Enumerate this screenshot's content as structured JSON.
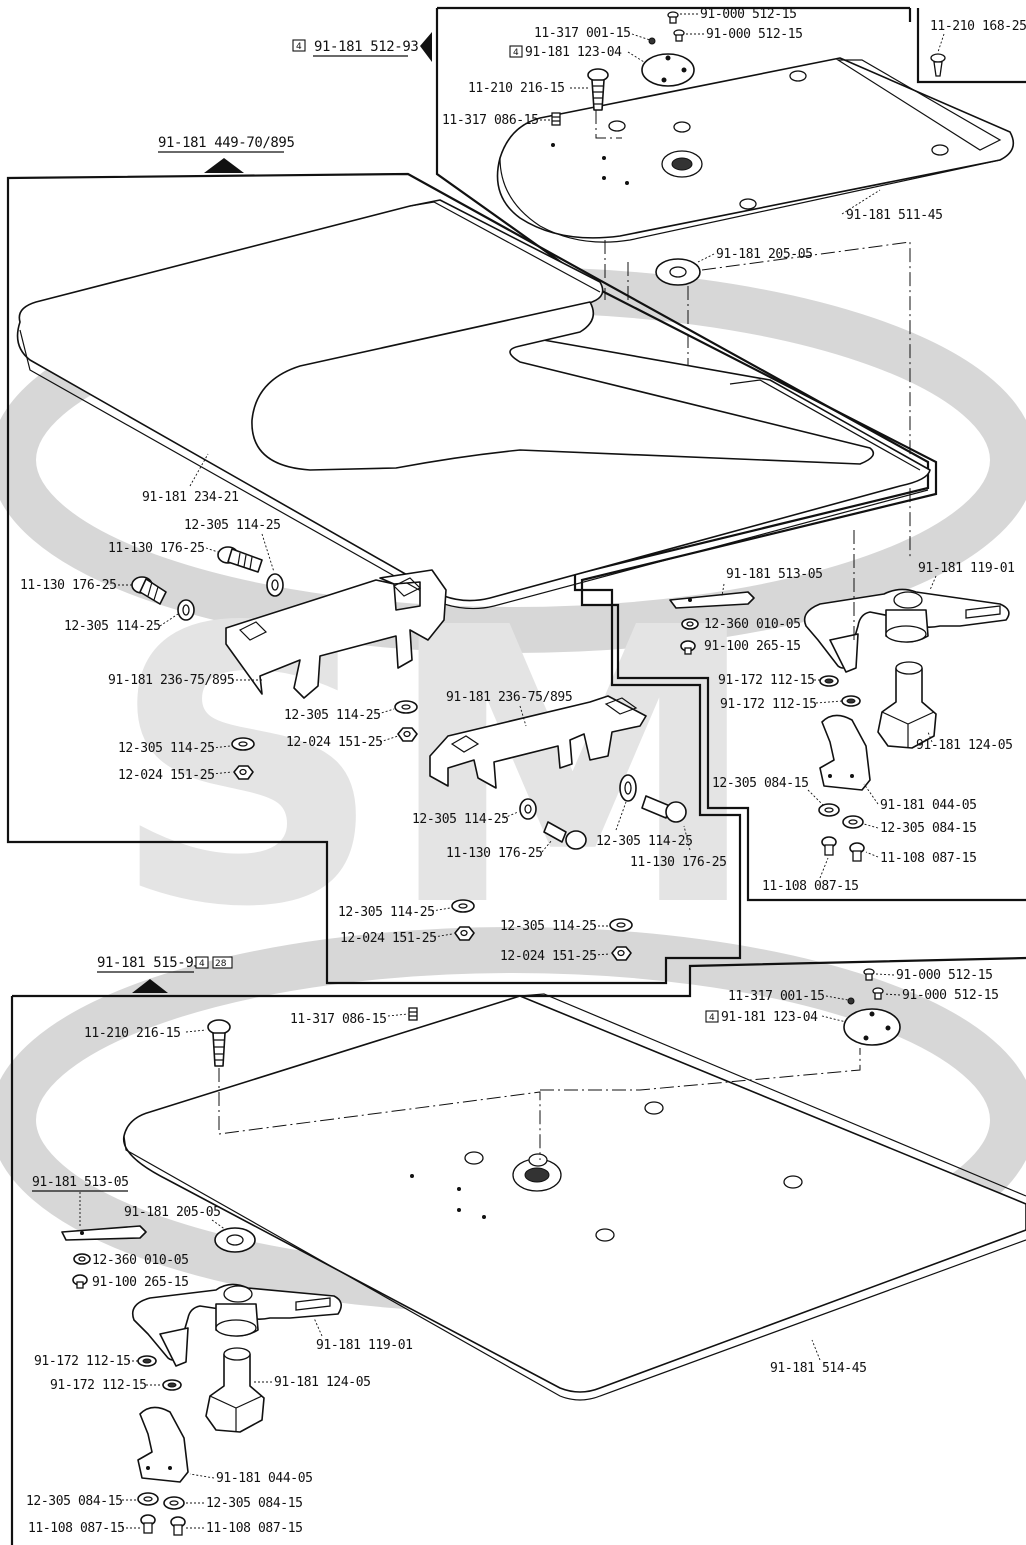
{
  "diagram": {
    "watermark_text": "SM",
    "section_headers": {
      "top_right_assembly": "91-181 512-93",
      "top_left_assembly": "91-181 449-70/895",
      "bottom_assembly": "91-181 515-93",
      "bottom_assembly_box_a": "4",
      "bottom_assembly_box_b": "28",
      "top_right_box": "4"
    },
    "corner_label": "11-210 168-25",
    "top_right_labels": {
      "screw_a": "91-000 512-15",
      "screw_b": "91-000 512-15",
      "pin": "11-317 001-15",
      "disk_box": "4",
      "disk": "91-181 123-04",
      "bolt": "11-210 216-15",
      "spring": "11-317 086-15",
      "plate": "91-181 511-45",
      "washer": "91-181 205-05"
    },
    "left_labels": {
      "big_plate": "91-181 234-21",
      "washer_top": "12-305 114-25",
      "screw_top": "11-130 176-25",
      "screw_left": "11-130 176-25",
      "washer_left": "12-305 114-25",
      "bracket_left": "91-181 236-75/895",
      "washer_mid": "12-305 114-25",
      "nut_mid": "12-024 151-25",
      "washer_low": "12-305 114-25",
      "nut_low": "12-024 151-25",
      "bracket_right": "91-181 236-75/895",
      "washer_r1": "12-305 114-25",
      "screw_r1": "11-130 176-25",
      "washer_r2": "12-305 114-25",
      "screw_r2": "11-130 176-25",
      "washer_bot1": "12-305 114-25",
      "nut_bot1": "12-024 151-25",
      "washer_bot2": "12-305 114-25",
      "nut_bot2": "12-024 151-25"
    },
    "right_mid_labels": {
      "blade": "91-181 513-05",
      "arm": "91-181 119-01",
      "washer_a": "12-360 010-05",
      "screw_a": "91-100 265-15",
      "washer_b": "91-172 112-15",
      "washer_c": "91-172 112-15",
      "hex_post": "91-181 124-05",
      "washer_d": "12-305 084-15",
      "bracket": "91-181 044-05",
      "washer_e": "12-305 084-15",
      "screw_e": "11-108 087-15",
      "screw_f": "11-108 087-15"
    },
    "bottom_labels": {
      "screw_a": "91-000 512-15",
      "screw_b": "91-000 512-15",
      "pin": "11-317 001-15",
      "disk_box": "4",
      "disk": "91-181 123-04",
      "bolt": "11-210 216-15",
      "spring": "11-317 086-15",
      "blade": "91-181 513-05",
      "washer": "91-181 205-05",
      "washer_a": "12-360 010-05",
      "screw_a2": "91-100 265-15",
      "arm": "91-181 119-01",
      "washer_b": "91-172 112-15",
      "washer_c": "91-172 112-15",
      "hex_post": "91-181 124-05",
      "bracket": "91-181 044-05",
      "washer_d": "12-305 084-15",
      "washer_e": "12-305 084-15",
      "screw_d": "11-108 087-15",
      "screw_e": "11-108 087-15",
      "plate": "91-181 514-45"
    }
  }
}
